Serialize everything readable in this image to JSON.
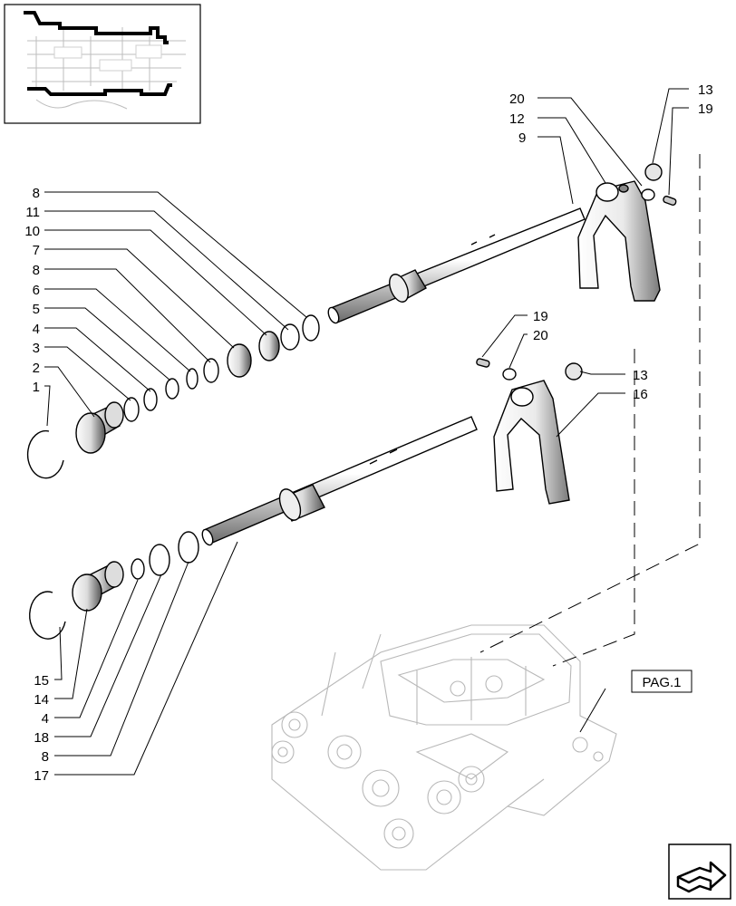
{
  "reference_box": {
    "label": "PAG.1"
  },
  "callouts_upper": [
    "20",
    "12",
    "9",
    "13",
    "19",
    "8",
    "11",
    "10",
    "7",
    "8",
    "6",
    "5",
    "4",
    "3",
    "2",
    "1"
  ],
  "callouts_middle": [
    "19",
    "20",
    "13",
    "16"
  ],
  "callouts_lower": [
    "15",
    "14",
    "4",
    "18",
    "8",
    "17"
  ],
  "icons": {
    "thumbnail": "transmission-thumbnail-icon",
    "nav": "next-page-arrow-icon"
  },
  "colors": {
    "line": "#000000",
    "ghost": "#b8b8b8",
    "background": "#ffffff"
  }
}
